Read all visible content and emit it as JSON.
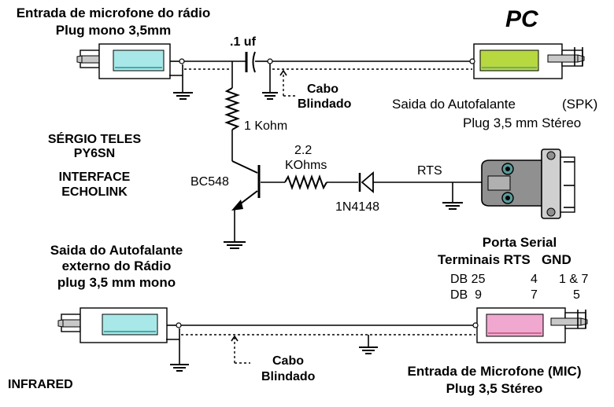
{
  "labels": {
    "mic_input_title": "Entrada de microfone do rádio",
    "mic_input_plug": "Plug mono 3,5mm",
    "pc": "PC",
    "capacitor": ".1 uf",
    "cable_top_1": "Cabo",
    "cable_top_2": "Blindado",
    "spk_out_title": "Saida do Autofalante",
    "spk_out_tag": "(SPK)",
    "spk_out_plug": "Plug 3,5 mm Stéreo",
    "resistor_1k": "1 Kohm",
    "author_name": "SÉRGIO TELES",
    "author_call": "PY6SN",
    "interface_1": "INTERFACE",
    "interface_2": "ECHOLINK",
    "resistor_2k2_a": "2.2",
    "resistor_2k2_b": "KOhms",
    "transistor": "BC548",
    "diode": "1N4148",
    "rts": "RTS",
    "ext_spk_1": "Saida do Autofalante",
    "ext_spk_2": "externo do Rádio",
    "ext_spk_3": "plug 3,5 mm mono",
    "serial_title": "Porta Serial",
    "serial_header": "Terminais RTS   GND",
    "db25_name": "DB 25",
    "db25_rts": "4",
    "db25_gnd": "1 & 7",
    "db9_name": "DB  9",
    "db9_rts": "7",
    "db9_gnd": "5",
    "cable_bottom_1": "Cabo",
    "cable_bottom_2": "Blindado",
    "infrared": "INFRARED",
    "mic_pc_title": "Entrada de Microfone (MIC)",
    "mic_pc_plug": "Plug 3,5 Stéreo"
  },
  "colors": {
    "plug_mono_top": "#a8e8e8",
    "plug_spk_pc": "#b8d840",
    "plug_mono_bottom": "#a8e8e8",
    "plug_mic_pc": "#f0a8d0",
    "plug_metal": "#c8c8c8",
    "db9_body": "#909090"
  }
}
